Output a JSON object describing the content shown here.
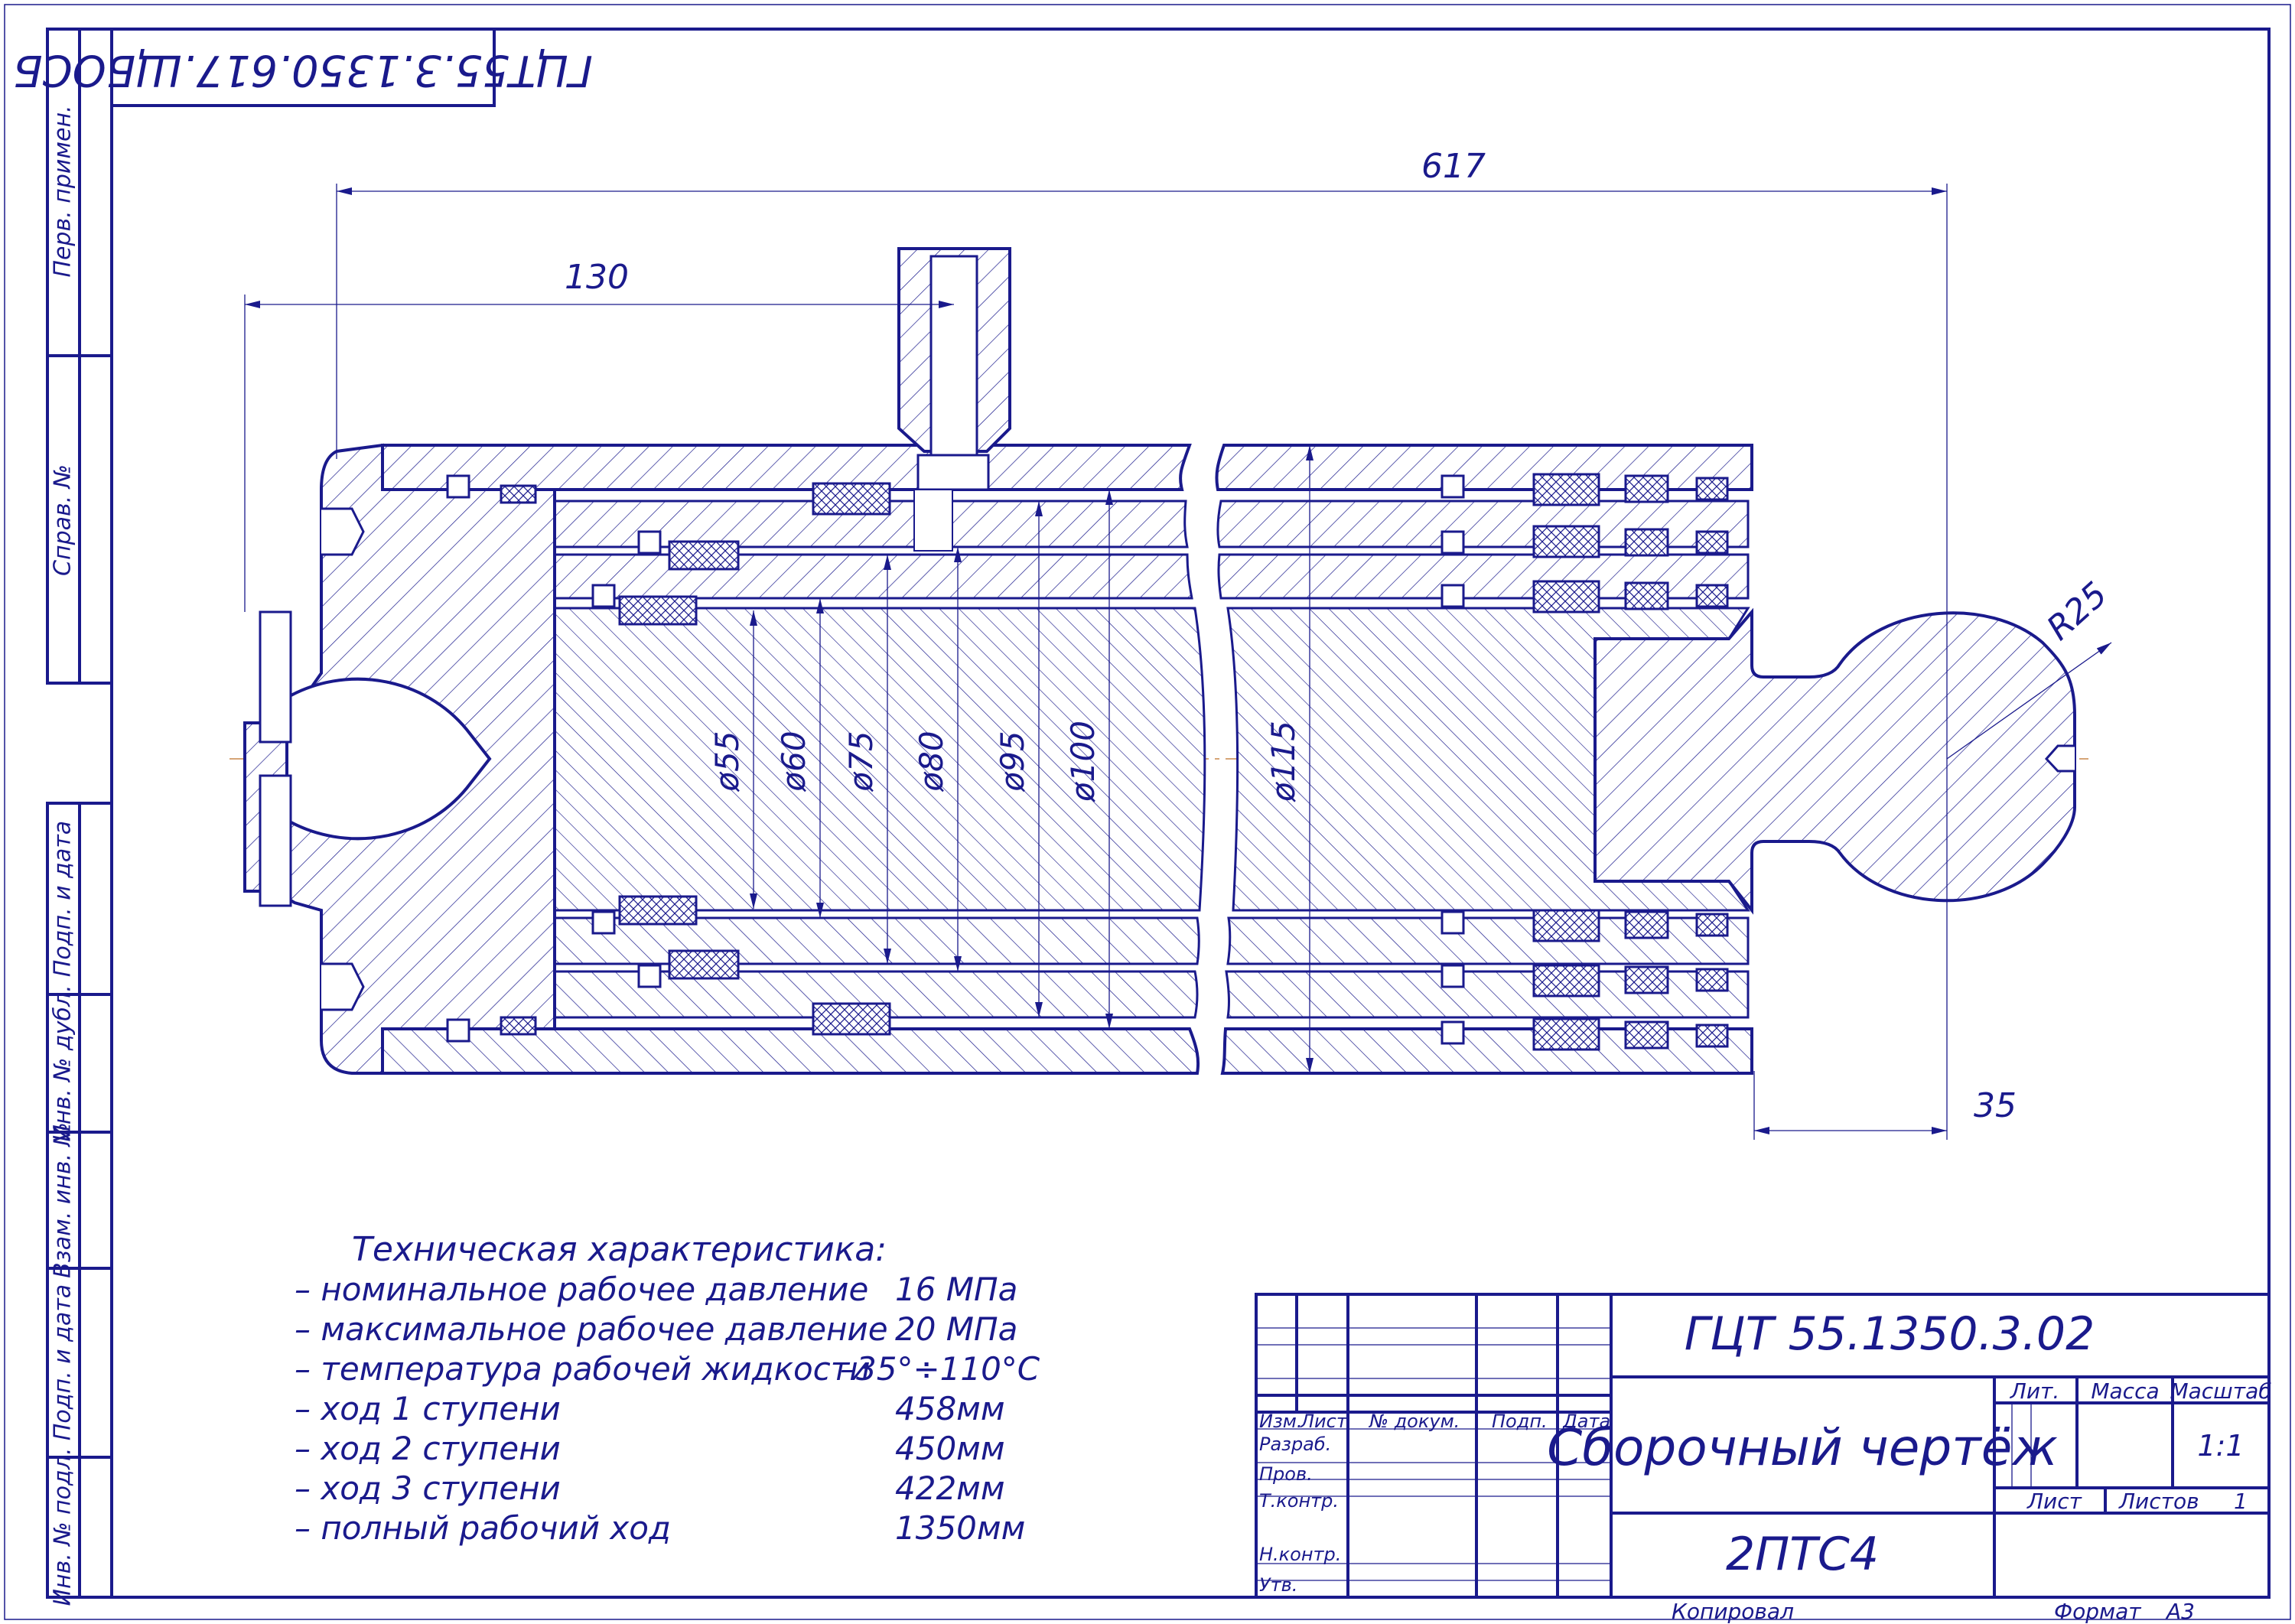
{
  "stamp": {
    "top_code": "ГЦТ55.3.1350.617.ЩБОСБ",
    "designation": "ГЦТ 55.1350.3.02",
    "title": "Сборочный чертёж",
    "product": "2ПТС4",
    "col_izm": "Изм.",
    "col_list": "Лист",
    "col_doc": "№ докум.",
    "col_sign": "Подп.",
    "col_date": "Дата",
    "row_razrab": "Разраб.",
    "row_prov": "Пров.",
    "row_tkontr": "Т.контр.",
    "row_nkontr": "Н.контр.",
    "row_utv": "Утв.",
    "lit": "Лит.",
    "massa": "Масса",
    "masshtab": "Масштаб",
    "scale": "1:1",
    "list": "Лист",
    "listov": "Листов",
    "listov_val": "1",
    "kopiroval": "Копировал",
    "format": "Формат",
    "format_val": "А3"
  },
  "side_labels": {
    "perv_primen": "Перв. примен.",
    "sprav": "Справ. №",
    "podp_data_1": "Подп. и дата",
    "inv_dubl": "Инв. № дубл.",
    "vzam_inv": "Взам. инв. №",
    "podp_data_2": "Подп. и дата",
    "inv_podl": "Инв. № подл."
  },
  "dimensions": {
    "overall": "617",
    "port_offset": "130",
    "rod_end": "35",
    "radius": "R25",
    "d55": "ø55",
    "d60": "ø60",
    "d75": "ø75",
    "d80": "ø80",
    "d95": "ø95",
    "d100": "ø100",
    "d115": "ø115"
  },
  "specs": {
    "heading": "Техническая характеристика:",
    "items": [
      {
        "label": "– номинальное рабочее давление",
        "value": "16 МПа"
      },
      {
        "label": "– максимальное рабочее давление",
        "value": "20 МПа"
      },
      {
        "label": "– температура рабочей жидкости",
        "value": "–35°÷110°С"
      },
      {
        "label": "– ход 1 ступени",
        "value": "458мм"
      },
      {
        "label": "– ход 2 ступени",
        "value": "450мм"
      },
      {
        "label": "– ход 3 ступени",
        "value": "422мм"
      },
      {
        "label": "– полный рабочий ход",
        "value": "1350мм"
      }
    ]
  }
}
